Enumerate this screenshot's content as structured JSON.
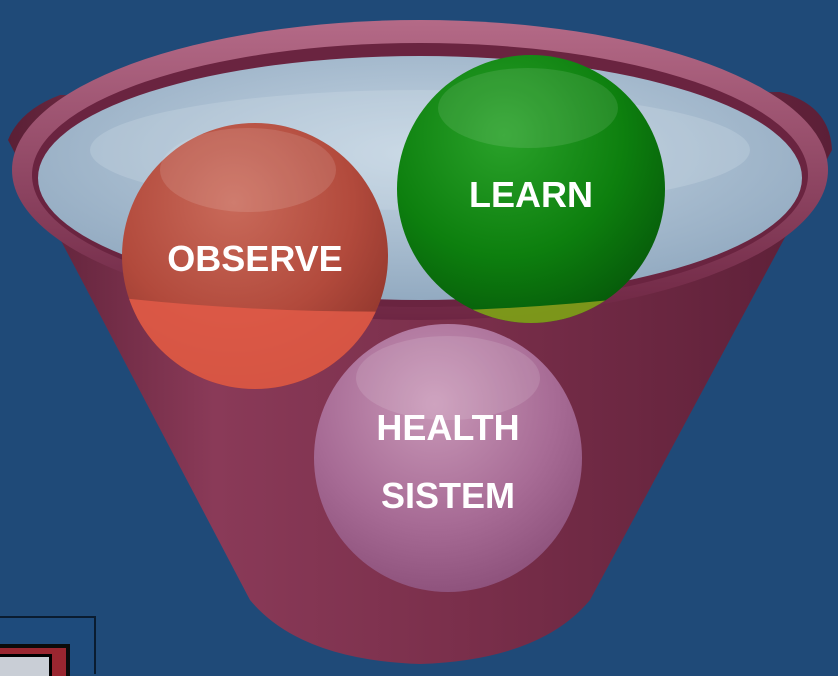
{
  "diagram": {
    "nodes": [
      {
        "id": "observe",
        "lines": [
          "OBSERVE"
        ]
      },
      {
        "id": "learn",
        "lines": [
          "LEARN"
        ]
      },
      {
        "id": "health",
        "lines": [
          "HEALTH",
          "SISTEM"
        ]
      }
    ]
  },
  "colors": {
    "background": "#1f4a78",
    "funnel": "#7a2f4b",
    "funnel_water": "#9fb6cc",
    "observe": "#c2453a",
    "learn": "#118a12",
    "health": "#a45e90"
  }
}
